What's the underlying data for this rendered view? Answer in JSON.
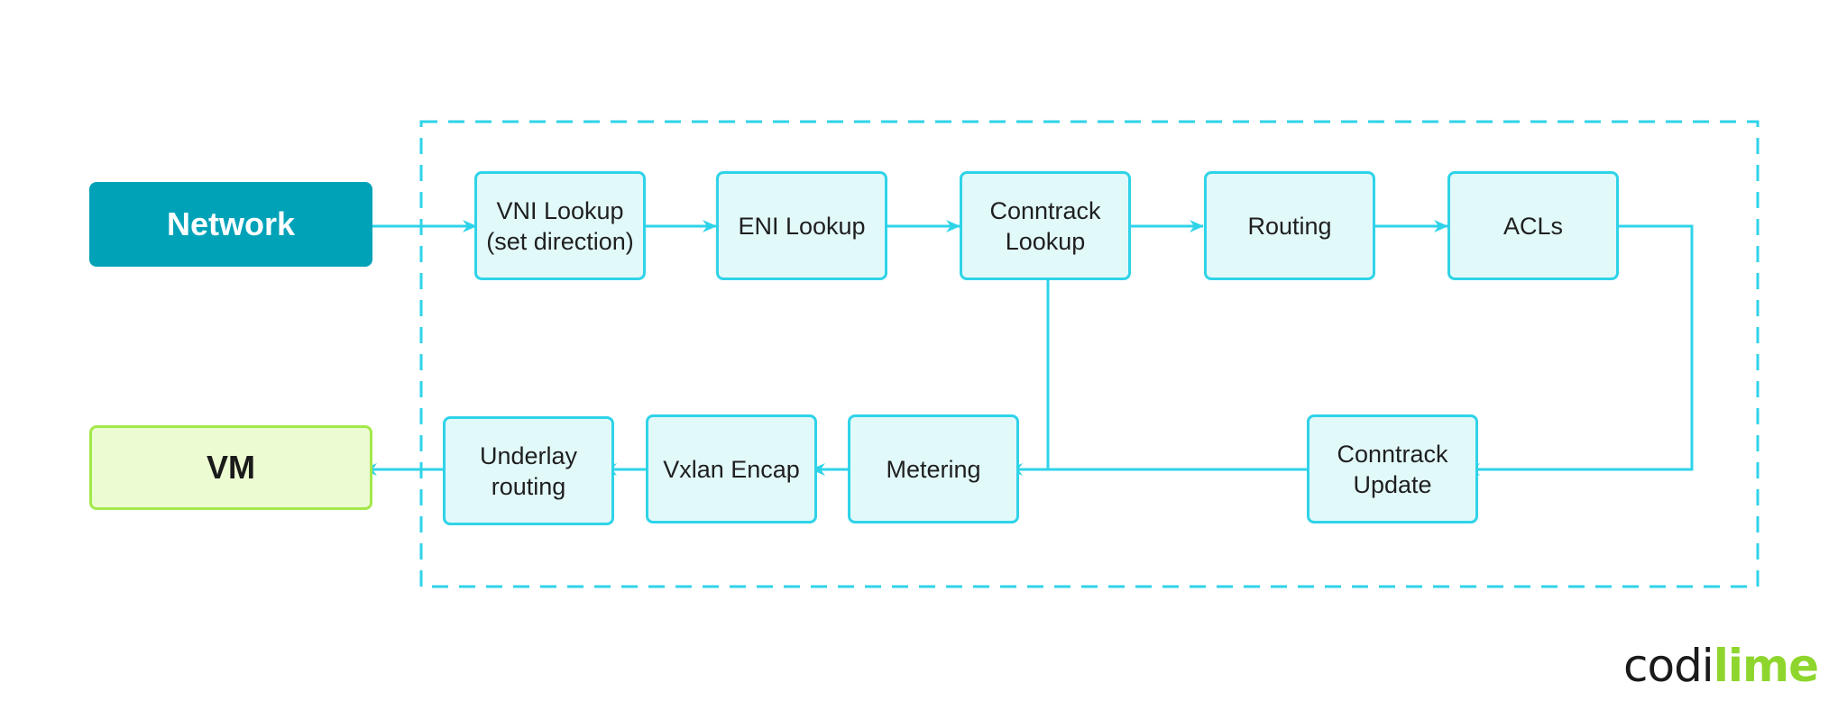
{
  "diagram": {
    "colors": {
      "line": "#2fd3e8",
      "box_fill": "#e2f9fa",
      "network_fill": "#00a2b8",
      "vm_fill": "#ecfbd2",
      "vm_border": "#a4e84c"
    },
    "network": "Network",
    "vm": "VM",
    "nodes": {
      "vni_lookup": "VNI Lookup\n(set direction)",
      "eni_lookup": "ENI Lookup",
      "conntrack_lookup": "Conntrack\nLookup",
      "routing": "Routing",
      "acls": "ACLs",
      "conntrack_update": "Conntrack\nUpdate",
      "metering": "Metering",
      "vxlan_encap": "Vxlan Encap",
      "underlay_routing": "Underlay\nrouting"
    }
  },
  "logo": {
    "part1": "codi",
    "part2": "lime"
  }
}
